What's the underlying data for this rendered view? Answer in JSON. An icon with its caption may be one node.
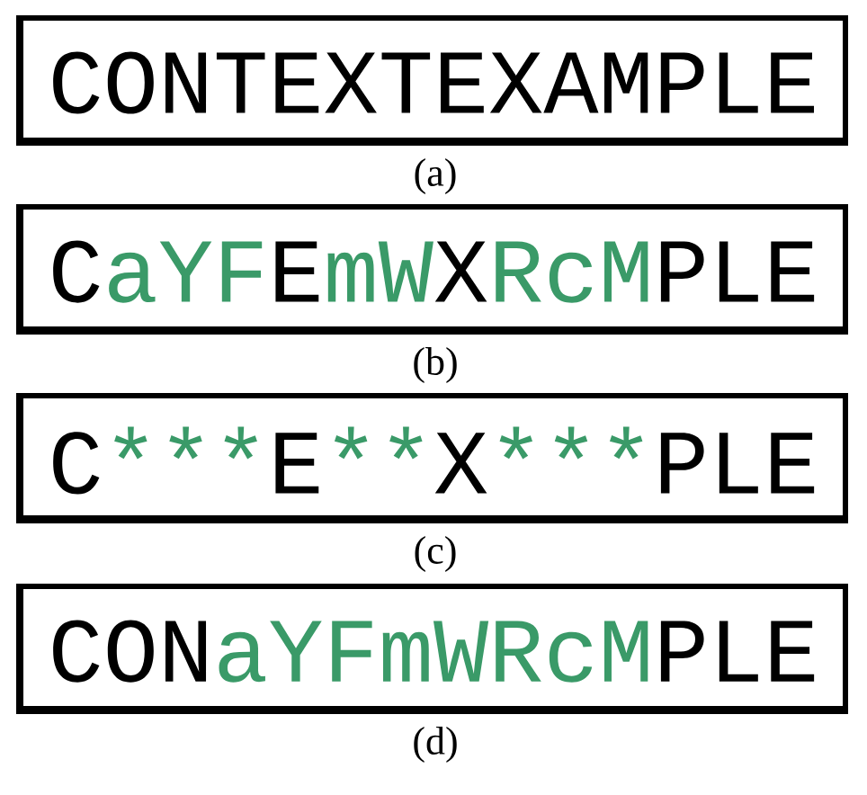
{
  "diagram": {
    "nodes": [
      {
        "text": [
          "CONTEXTEXAMPLE"
        ],
        "beside": [
          "(a)"
        ]
      },
      {
        "text": [
          "CaYFEmWXRcMPLE"
        ],
        "beside": [
          "(b)"
        ]
      },
      {
        "text": [
          "C***E**X***PLE"
        ],
        "beside": [
          "(c)"
        ]
      },
      {
        "text": [
          "CONaYFmWRcMPLE"
        ],
        "beside": [
          "(d)"
        ]
      }
    ]
  }
}
